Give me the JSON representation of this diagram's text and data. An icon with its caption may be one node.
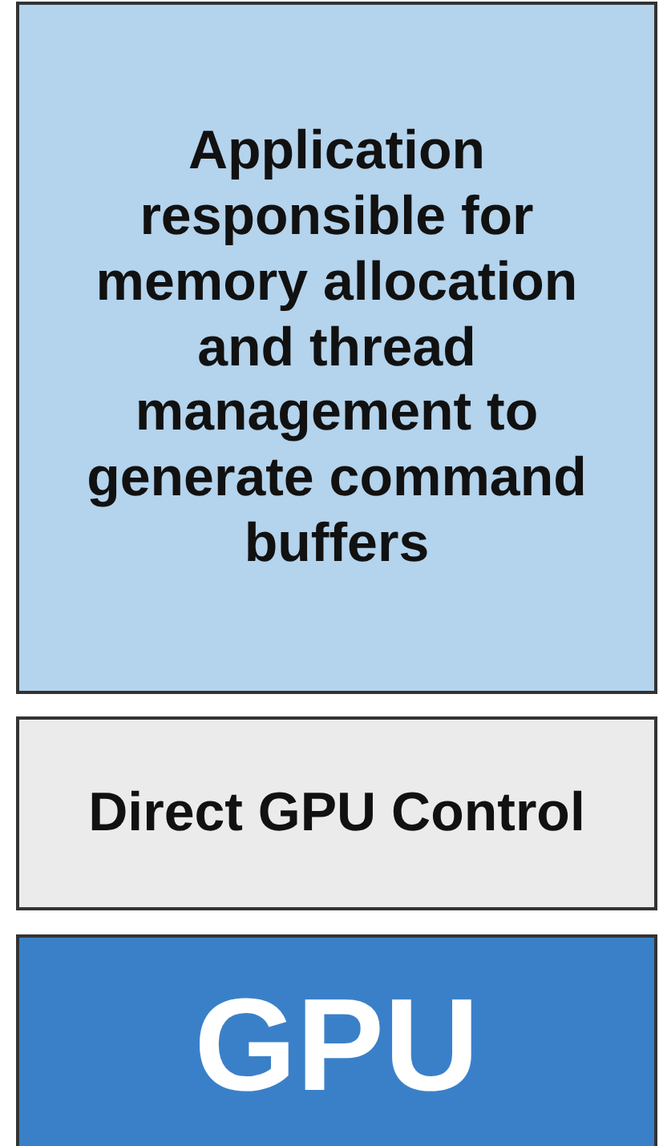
{
  "diagram": {
    "nodes": [
      {
        "text": [
          "Application responsible for memory allocation and thread management to generate command buffers"
        ]
      },
      {
        "text": [
          "Direct GPU Control"
        ]
      },
      {
        "text": [
          "GPU"
        ]
      }
    ]
  }
}
